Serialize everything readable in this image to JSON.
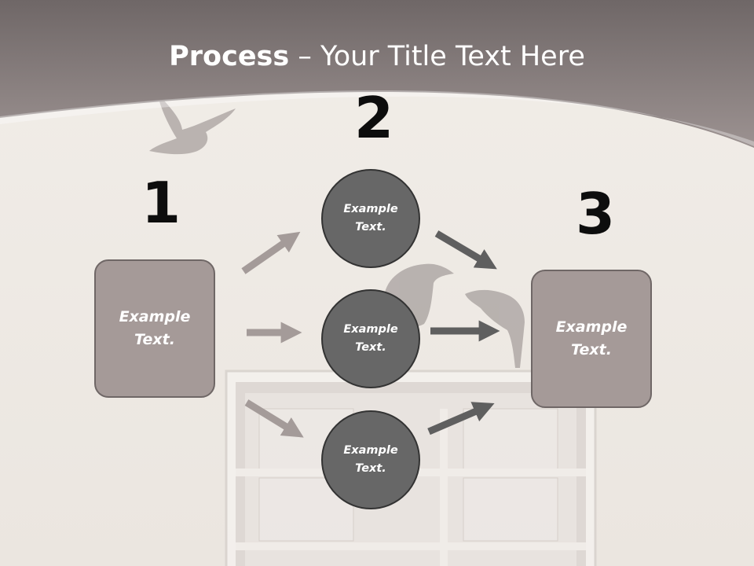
{
  "title": {
    "bold": "Process",
    "rest": " – Your Title Text Here"
  },
  "steps": [
    {
      "number": "1"
    },
    {
      "number": "2"
    },
    {
      "number": "3"
    }
  ],
  "left_box": {
    "text": "Example Text."
  },
  "right_box": {
    "text": "Example Text."
  },
  "circles": [
    {
      "text": "Example Text."
    },
    {
      "text": "Example Text."
    },
    {
      "text": "Example Text."
    }
  ],
  "colors": {
    "header": "#8f8584",
    "box_fill": "#a59a98",
    "circle_fill": "#676767",
    "arrow_light": "#a49b99",
    "arrow_dark": "#5f5f5f"
  }
}
